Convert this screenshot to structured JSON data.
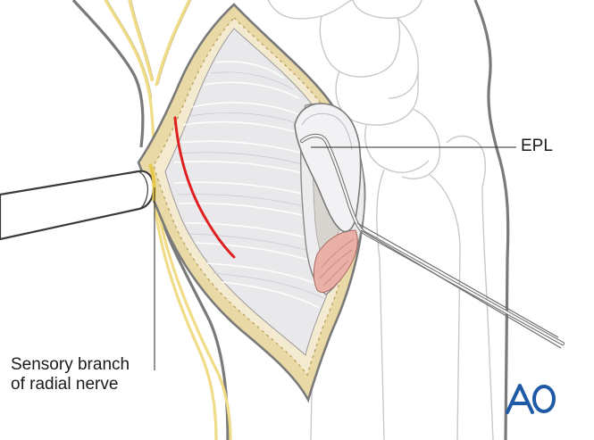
{
  "labels": {
    "epl": "EPL",
    "sensory_nerve_line1": "Sensory branch",
    "sensory_nerve_line2": "of radial nerve"
  },
  "logo": {
    "text": "AO",
    "color": "#1f5aa6"
  },
  "colors": {
    "outline": "#6f6f6f",
    "bone_outline": "#c4c4c4",
    "nerve": "#f2e08a",
    "incision": "#e02020",
    "wound_edge": "#e9d9a6",
    "retinaculum": "#e8e8e8",
    "muscle": "#e6a9a0"
  }
}
